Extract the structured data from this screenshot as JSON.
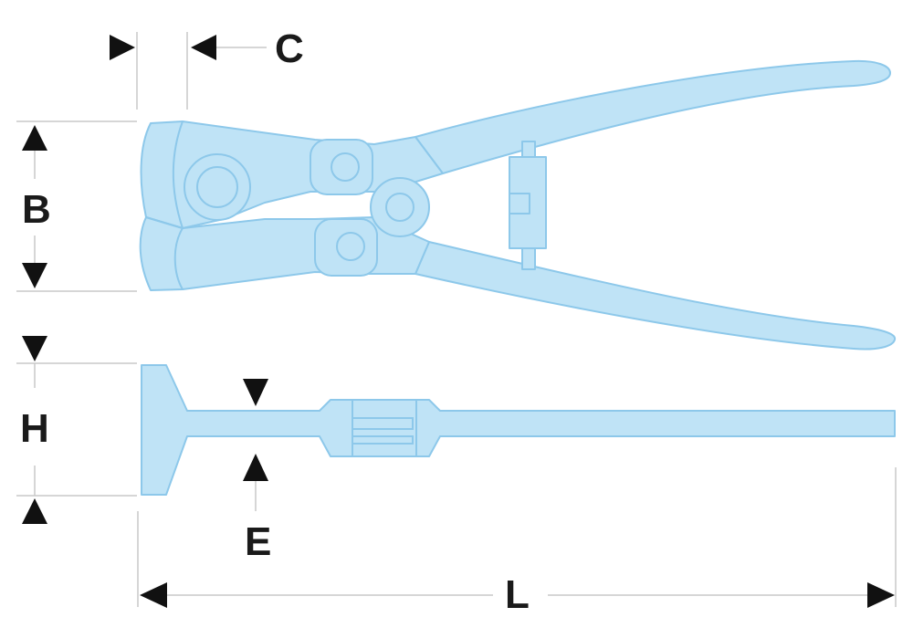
{
  "diagram": {
    "subject": "end-cutting-pliers",
    "colors": {
      "tool_fill": "#bfe3f6",
      "tool_outline": "#8dc8ea",
      "dimension_line": "#c8c8c8",
      "arrow": "#111111",
      "label": "#1a1a1a"
    },
    "labels": {
      "c": "C",
      "b": "B",
      "h": "H",
      "e": "E",
      "l": "L"
    }
  }
}
